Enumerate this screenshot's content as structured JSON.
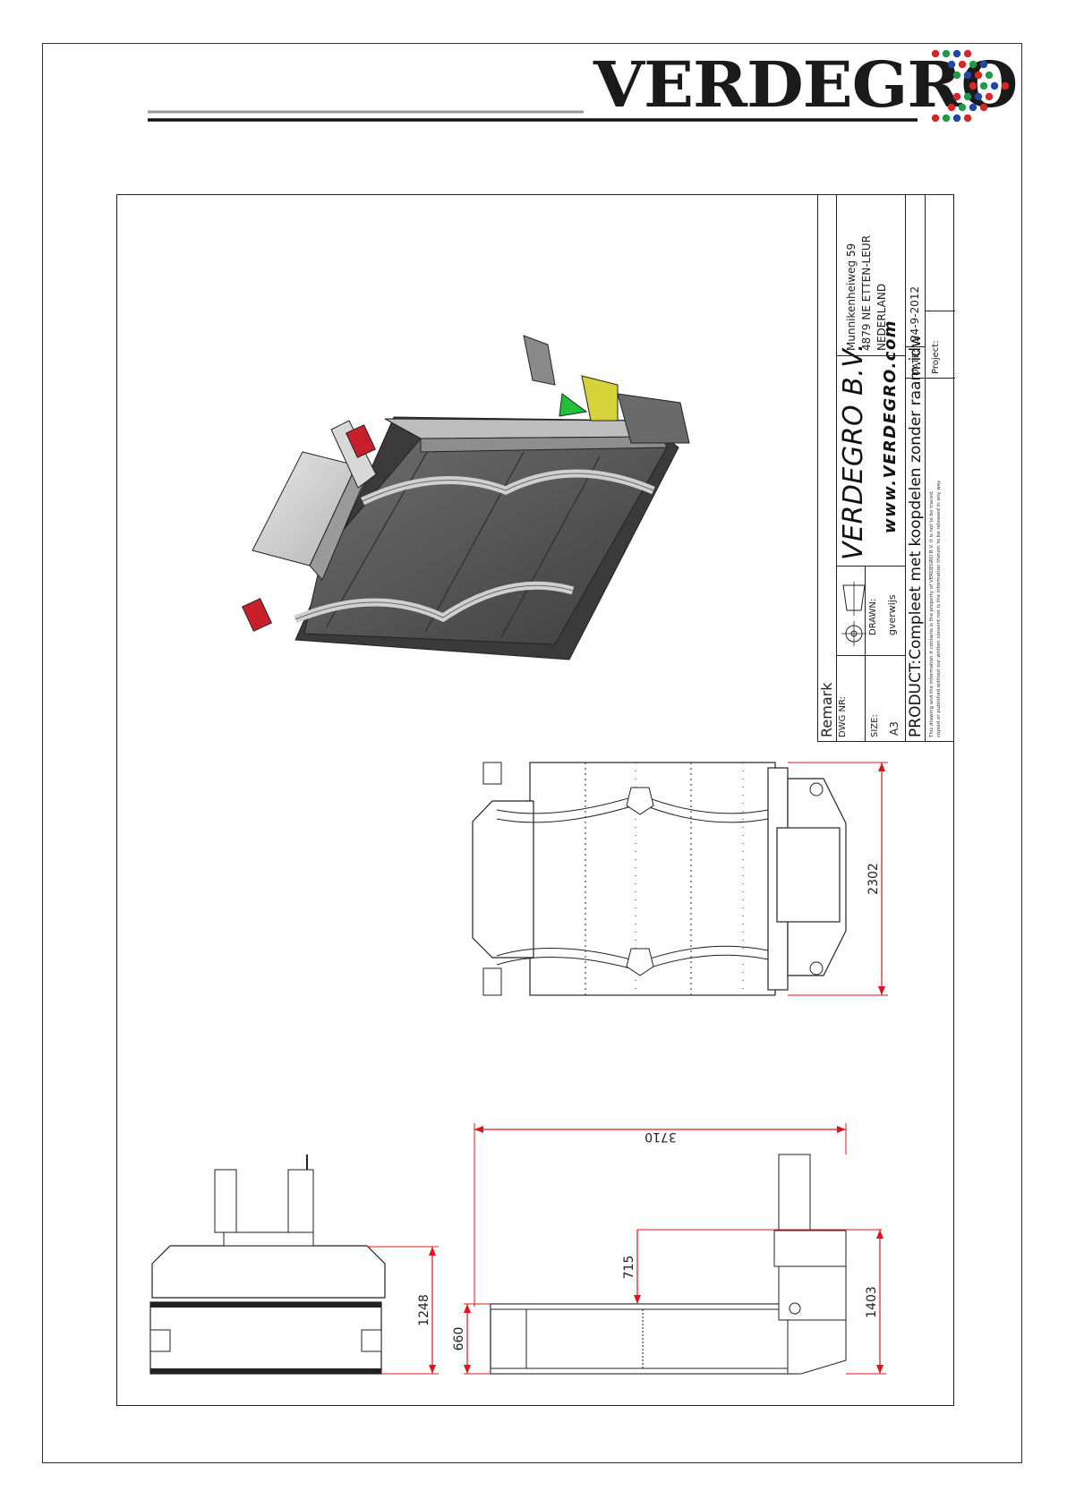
{
  "header": {
    "logo_text": "VERDEGRO",
    "logo_dot_colors": [
      "#d9262b",
      "#1f9a4b",
      "#2347a8"
    ]
  },
  "title_block": {
    "remark_label": "Remark",
    "dwg_nr_label": "DWG NR:",
    "dwg_nr_value": "",
    "size_label": "SIZE:",
    "size_value": "A3",
    "drawn_label": "DRAWN:",
    "drawn_value": "gverwijs",
    "company_name": "VERDEGRO B.V.",
    "website": "www.VERDEGRO.com",
    "address_line1": "Munnikenheiweg 59",
    "address_line2": "4879 NE   ETTEN-LEUR",
    "address_line3": "NEDERLAND",
    "product_text": "PRODUCT:Compleet met koopdelen zonder raam.idw",
    "date_label": "DATE:",
    "date_value": "24-9-2012",
    "legal_line1": "This drawing and the information it contains is the property of VERDEGRO B.V. It is not to be traced,",
    "legal_line2": "copied or published without our written consent nor is the information therein to be released in any way",
    "project_label": "Project:",
    "project_value": ""
  },
  "dimensions": {
    "plan_width": "2302",
    "side_length": "3710",
    "side_height_total": "1403",
    "side_height_mid": "715",
    "side_height_low": "660",
    "front_height": "1248"
  },
  "colors": {
    "dimension_line": "#e0141e",
    "frame": "#222222",
    "body_dark": "#5a5a5a",
    "body_light": "#c8c8c8",
    "accent_yellow": "#d6d23a",
    "accent_green": "#22c03a",
    "accent_red": "#c8202a"
  }
}
